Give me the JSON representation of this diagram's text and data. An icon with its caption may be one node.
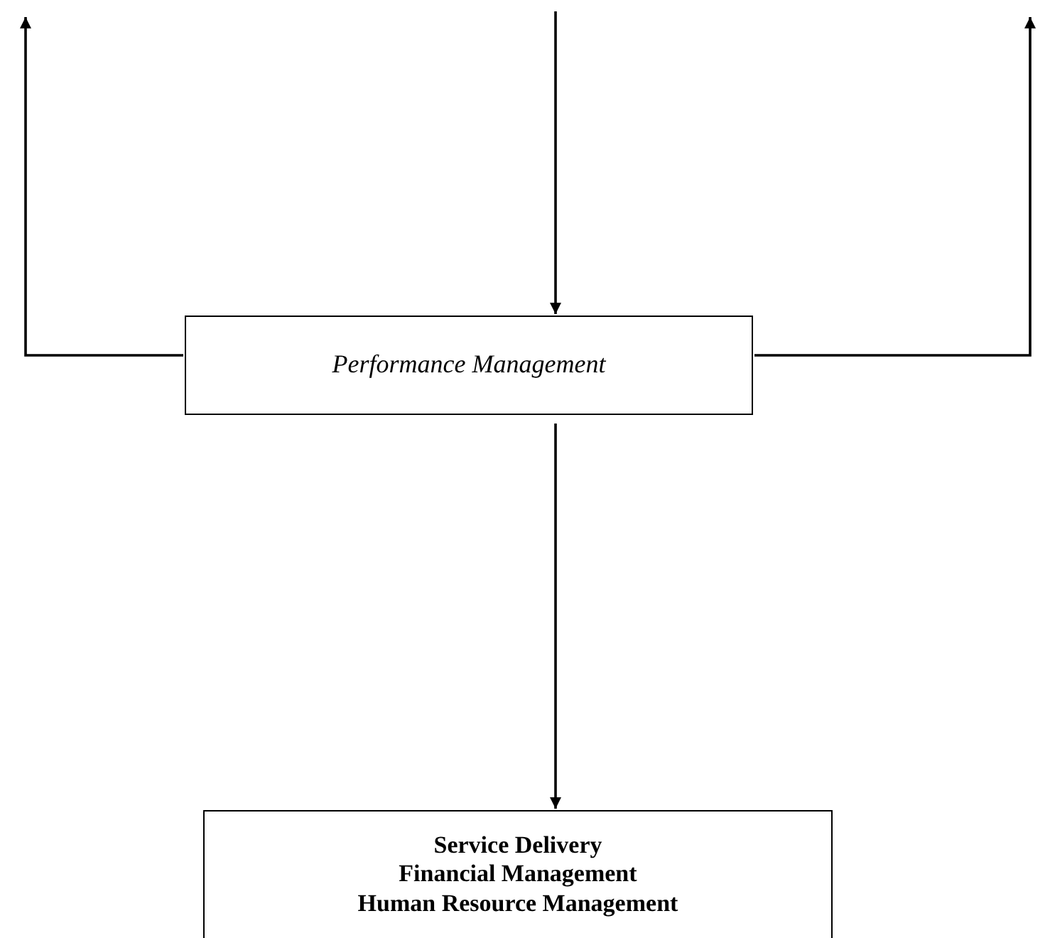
{
  "diagram": {
    "nodes": [
      {
        "text": [
          "Performance Management"
        ]
      },
      {
        "text": [
          "Service Delivery",
          "Financial Management",
          "Human Resource Management"
        ]
      }
    ],
    "edges": [
      {
        "from": null,
        "to": 0,
        "arrow": "to"
      },
      {
        "from": 0,
        "to": null,
        "arrow": "to"
      },
      {
        "from": 0,
        "to": null,
        "arrow": "to"
      },
      {
        "from": 0,
        "to": 1,
        "arrow": "to"
      }
    ]
  }
}
